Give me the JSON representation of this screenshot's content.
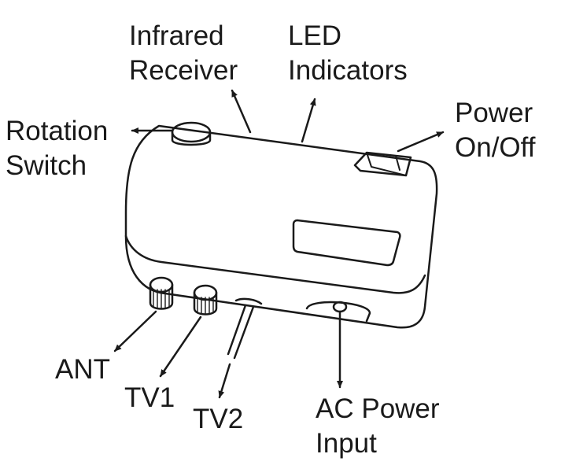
{
  "labels": {
    "infrared_receiver": [
      "Infrared",
      "Receiver"
    ],
    "led_indicators": [
      "LED",
      "Indicators"
    ],
    "rotation_switch": [
      "Rotation",
      "Switch"
    ],
    "power_on_off": [
      "Power",
      "On/Off"
    ],
    "ant": "ANT",
    "tv1": "TV1",
    "tv2": "TV2",
    "ac_power_input": [
      "AC Power",
      "Input"
    ]
  },
  "colors": {
    "line": "#1a1a1a",
    "background": "#ffffff"
  },
  "icons": {
    "device": "switch-box-drawing"
  }
}
